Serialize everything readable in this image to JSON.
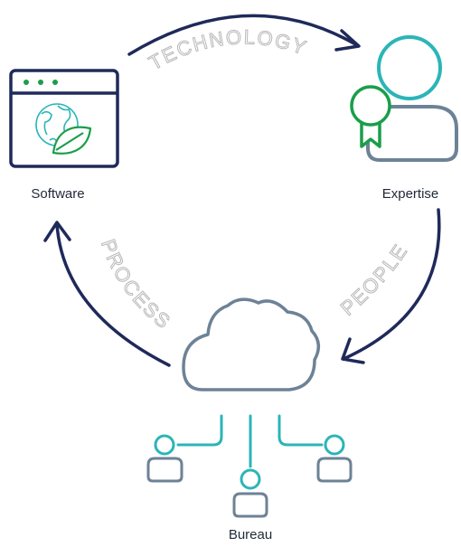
{
  "nodes": {
    "software": {
      "label": "Software"
    },
    "expertise": {
      "label": "Expertise"
    },
    "bureau": {
      "label": "Bureau"
    }
  },
  "arcs": {
    "technology": "TECHNOLOGY",
    "people": "PEOPLE",
    "process": "PROCESS"
  },
  "colors": {
    "navy": "#1f2a5a",
    "teal": "#2bb5b8",
    "green": "#1a9e4a",
    "slate": "#6d8296",
    "arc_text": "#b8b8b8"
  }
}
